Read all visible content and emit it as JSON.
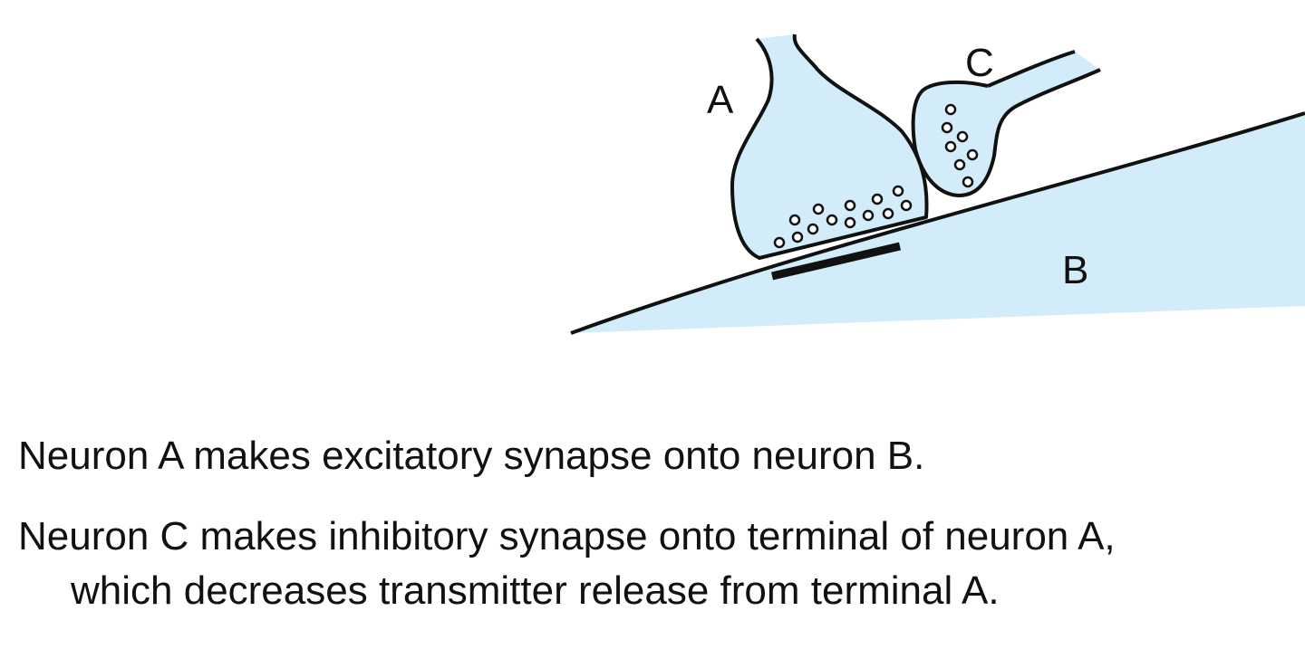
{
  "diagram": {
    "labels": {
      "a": "A",
      "b": "B",
      "c": "C"
    },
    "colors": {
      "cell_fill": "#d2ecf9",
      "outline": "#111111",
      "background": "#ffffff"
    }
  },
  "captions": {
    "line1": "Neuron A makes excitatory synapse onto neuron B.",
    "line2a": "Neuron C makes inhibitory synapse onto terminal of neuron A,",
    "line2b": "which decreases transmitter release from terminal A."
  }
}
